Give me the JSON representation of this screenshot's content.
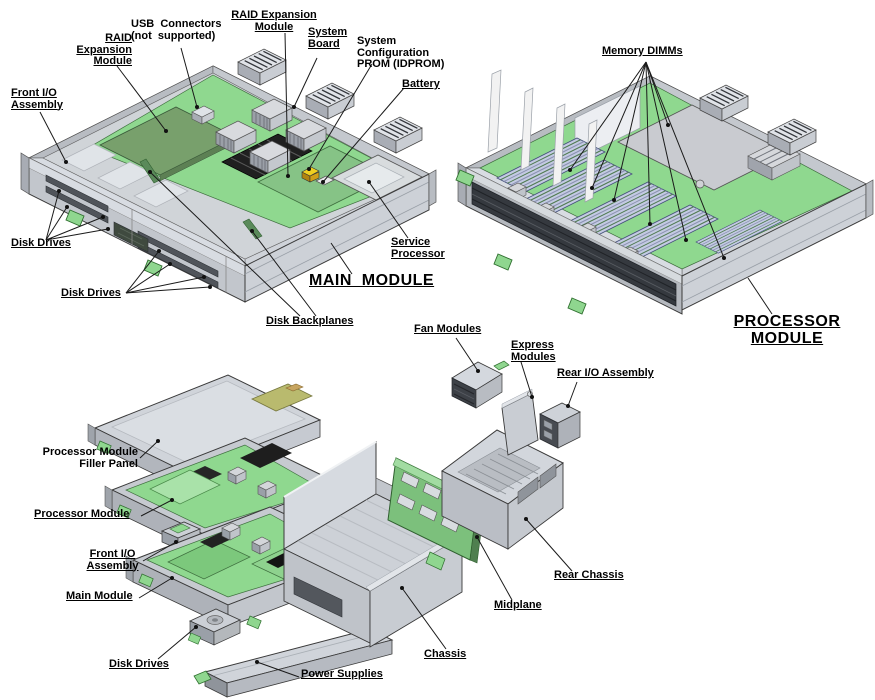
{
  "labels": {
    "raid_left": {
      "text": "RAID\nExpansion\nModule"
    },
    "usb": {
      "text": "USB  Connectors\n(not  supported)"
    },
    "raid_top": {
      "text": "RAID Expansion\nModule"
    },
    "system_board": {
      "text": "System\nBoard"
    },
    "prom": {
      "text": "System\nConfiguration\nPROM (IDPROM)"
    },
    "battery": {
      "text": "Battery"
    },
    "front_io_main": {
      "text": "Front I/O\nAssembly"
    },
    "disk_drives_upper": {
      "text": "Disk Drives"
    },
    "disk_drives_lower": {
      "text": "Disk Drives"
    },
    "disk_backplanes": {
      "text": "Disk Backplanes"
    },
    "service_processor": {
      "text": "Service\nProcessor"
    },
    "main_module_title": {
      "text": "MAIN  MODULE"
    },
    "memory_dimms": {
      "text": "Memory DIMMs"
    },
    "processor_module_title": {
      "text": "PROCESSOR\nMODULE"
    },
    "fan_modules": {
      "text": "Fan Modules"
    },
    "express_modules": {
      "text": "Express\nModules"
    },
    "rear_io_assembly": {
      "text": "Rear I/O Assembly"
    },
    "pm_filler_panel": {
      "text": "Processor Module\nFiller Panel"
    },
    "processor_module": {
      "text": "Processor Module"
    },
    "front_io_bottom": {
      "text": "Front I/O\nAssembly"
    },
    "main_module": {
      "text": "Main Module"
    },
    "disk_drives_bottom": {
      "text": "Disk Drives"
    },
    "power_supplies": {
      "text": "Power Supplies"
    },
    "chassis": {
      "text": "Chassis"
    },
    "midplane": {
      "text": "Midplane"
    },
    "rear_chassis": {
      "text": "Rear Chassis"
    }
  },
  "colors": {
    "pcb_green": "#8fd88f",
    "board_dark_green": "#78a06c",
    "board_mid_green": "#86c386",
    "dimm_lavender": "#c3cae2",
    "metal_light": "#d4d8de",
    "metal_mid": "#b8bcc2",
    "metal_dark": "#9aa0a8",
    "mesh_dark": "#35393f",
    "battery_yellow": "#f0d020",
    "latch_green": "#8fd68f",
    "leader_line": "#1a1a1a"
  }
}
